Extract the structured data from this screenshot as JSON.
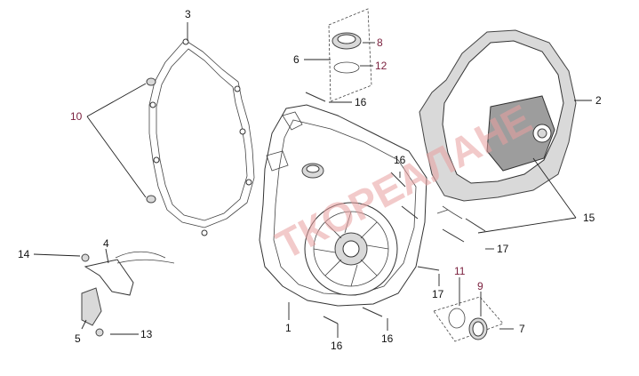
{
  "diagram": {
    "watermark": "ТКОРЕАЛАНЕ",
    "callouts": [
      {
        "id": "c1",
        "text": "1",
        "color": "#111111"
      },
      {
        "id": "c2",
        "text": "2",
        "color": "#111111"
      },
      {
        "id": "c3",
        "text": "3",
        "color": "#111111"
      },
      {
        "id": "c4",
        "text": "4",
        "color": "#111111"
      },
      {
        "id": "c5",
        "text": "5",
        "color": "#111111"
      },
      {
        "id": "c6",
        "text": "6",
        "color": "#111111"
      },
      {
        "id": "c7",
        "text": "7",
        "color": "#111111"
      },
      {
        "id": "c8",
        "text": "8",
        "color": "#7a1f3d"
      },
      {
        "id": "c9",
        "text": "9",
        "color": "#7a1f3d"
      },
      {
        "id": "c10",
        "text": "10",
        "color": "#7a1f3d"
      },
      {
        "id": "c11",
        "text": "11",
        "color": "#7a1f3d"
      },
      {
        "id": "c12",
        "text": "12",
        "color": "#7a1f3d"
      },
      {
        "id": "c13",
        "text": "13",
        "color": "#111111"
      },
      {
        "id": "c14",
        "text": "14",
        "color": "#111111"
      },
      {
        "id": "c15",
        "text": "15",
        "color": "#111111"
      },
      {
        "id": "c16a",
        "text": "16",
        "color": "#111111"
      },
      {
        "id": "c16b",
        "text": "16",
        "color": "#111111"
      },
      {
        "id": "c16c",
        "text": "16",
        "color": "#111111"
      },
      {
        "id": "c16d",
        "text": "16",
        "color": "#111111"
      },
      {
        "id": "c17a",
        "text": "17",
        "color": "#111111"
      },
      {
        "id": "c17b",
        "text": "17",
        "color": "#111111"
      }
    ]
  }
}
